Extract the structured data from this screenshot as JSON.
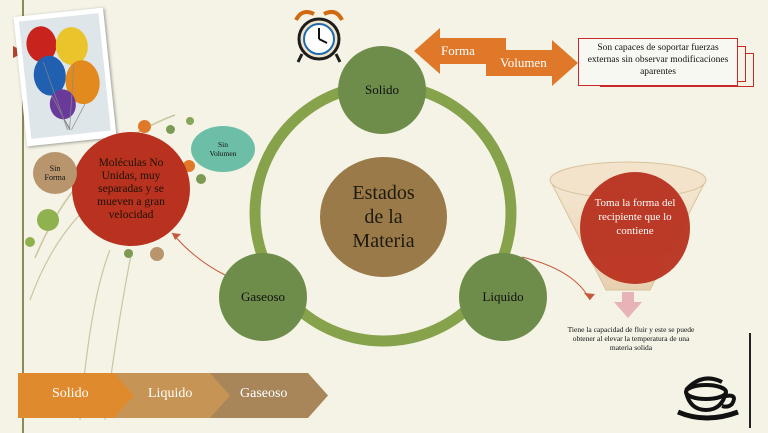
{
  "center": {
    "title": "Estados\nde la\nMateria"
  },
  "nodes": {
    "solido": "Solido",
    "liquido": "Liquido",
    "gaseoso": "Gaseoso"
  },
  "arrows": {
    "left": "Forma",
    "right": "Volumen"
  },
  "solid_note": "Son capaces de soportar fuerzas externas sin observar modificaciones aparentes",
  "gas": {
    "main": "Moléculas No Unidas, muy separadas y se mueven a gran velocidad",
    "sin_volumen": "Sin\nVolumen",
    "sin_forma": "Sin\nForma"
  },
  "liquid": {
    "funnel_text": "Toma la forma del recipiente que lo contiene",
    "note": "Tiene la capacidad de fluir y este se puede obtener al elevar la temperatura de una materia solida"
  },
  "process": [
    "Solido",
    "Liquido",
    "Gaseoso"
  ],
  "colors": {
    "ring": "#86a24b",
    "node": "#6e8c4a",
    "center": "#9a7a48",
    "red_circle": "#b9321f",
    "teal": "#6cbfa6",
    "tan": "#b8956d",
    "orange": "#e0782a",
    "process_1": "#e08a2e",
    "process_2": "#c69455",
    "process_3": "#a8865a"
  }
}
